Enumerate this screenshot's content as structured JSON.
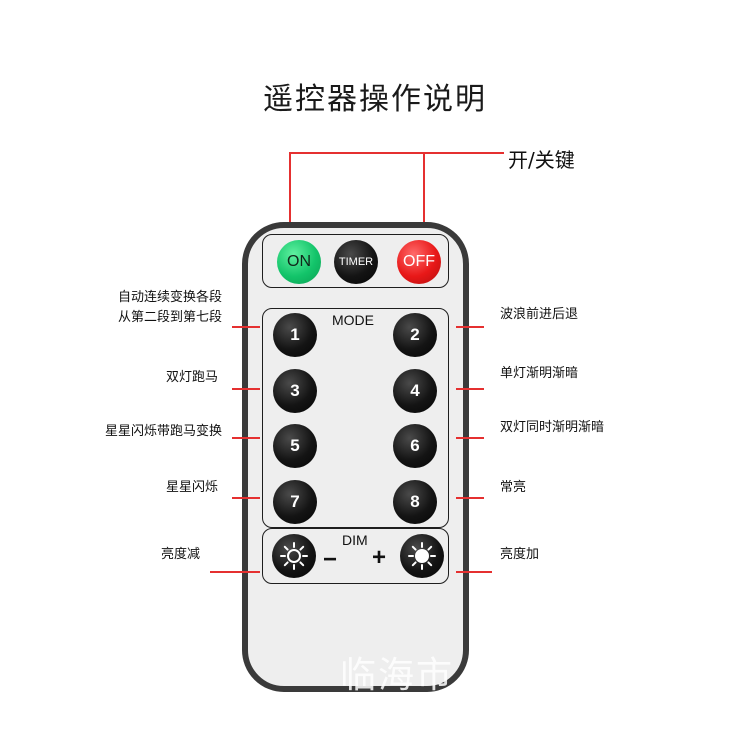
{
  "title": "遥控器操作说明",
  "power_label": "开/关键",
  "remote": {
    "top_buttons": {
      "on": "ON",
      "timer": "TIMER",
      "off": "OFF"
    },
    "mode_label": "MODE",
    "dim_label": "DIM",
    "minus": "−",
    "plus": "+",
    "numbers": [
      "1",
      "2",
      "3",
      "4",
      "5",
      "6",
      "7",
      "8"
    ]
  },
  "labels": {
    "btn1_line1": "自动连续变换各段",
    "btn1_line2": "从第二段到第七段",
    "btn2": "波浪前进后退",
    "btn3": "双灯跑马",
    "btn4": "单灯渐明渐暗",
    "btn5": "星星闪烁带跑马变换",
    "btn6": "双灯同时渐明渐暗",
    "btn7": "星星闪烁",
    "btn8": "常亮",
    "dim_down": "亮度减",
    "dim_up": "亮度加"
  },
  "watermark": "临海市",
  "colors": {
    "callout_line": "#e53030",
    "on_button": "#13c46a",
    "off_button": "#e81818",
    "remote_body": "#eeeeee",
    "remote_border": "#3a3a3a"
  }
}
